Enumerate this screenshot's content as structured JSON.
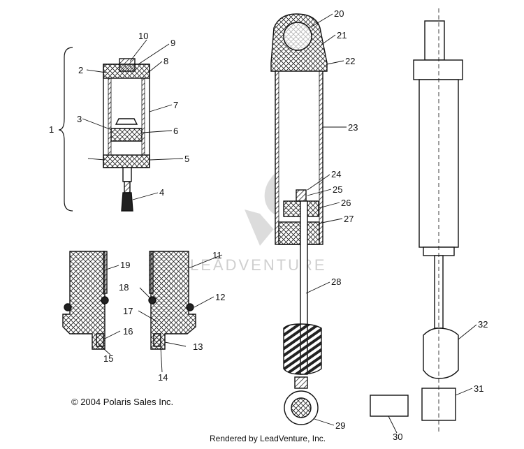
{
  "diagram": {
    "copyright": "© 2004 Polaris Sales Inc.",
    "footer": "Rendered by LeadVenture, Inc.",
    "watermark": "LEADVENTURE",
    "callouts": [
      "1",
      "2",
      "3",
      "4",
      "5",
      "6",
      "7",
      "8",
      "9",
      "10",
      "11",
      "12",
      "13",
      "14",
      "15",
      "16",
      "17",
      "18",
      "19",
      "20",
      "21",
      "22",
      "23",
      "24",
      "25",
      "26",
      "27",
      "28",
      "29",
      "30",
      "31",
      "32"
    ],
    "colors": {
      "ink": "#111111",
      "watermark": "#cfcfcf",
      "paper": "#ffffff"
    }
  }
}
